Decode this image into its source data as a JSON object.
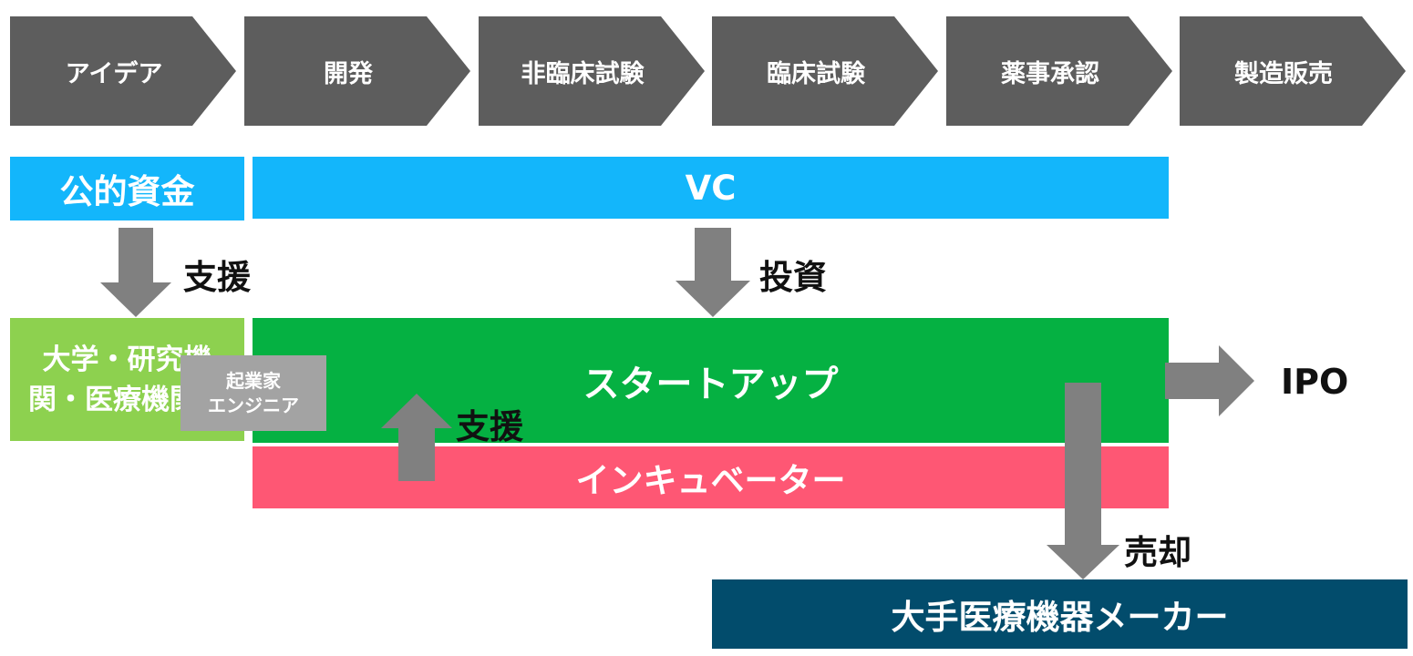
{
  "stages": [
    "アイデア",
    "開発",
    "非臨床試験",
    "臨床試験",
    "薬事承認",
    "製造販売"
  ],
  "funding": {
    "public": "公的資金",
    "vc": "VC"
  },
  "actors": {
    "university": "大学・研究機関・医療機関等",
    "founder_line1": "起業家",
    "founder_line2": "エンジニア",
    "startup": "スタートアップ",
    "incubator": "インキュベーター",
    "manufacturer": "大手医療機器メーカー",
    "ipo": "IPO"
  },
  "flows": {
    "public_support": "支援",
    "vc_investment": "投資",
    "incubator_support": "支援",
    "sale": "売却"
  },
  "colors": {
    "chevron": "#5d5d5d",
    "funding": "#13b6fb",
    "startup": "#05b142",
    "incubator": "#fe5774",
    "manufacturer": "#024c6c",
    "university": "#8dd14f",
    "founder": "#a3a3a3",
    "arrow": "#808080"
  }
}
